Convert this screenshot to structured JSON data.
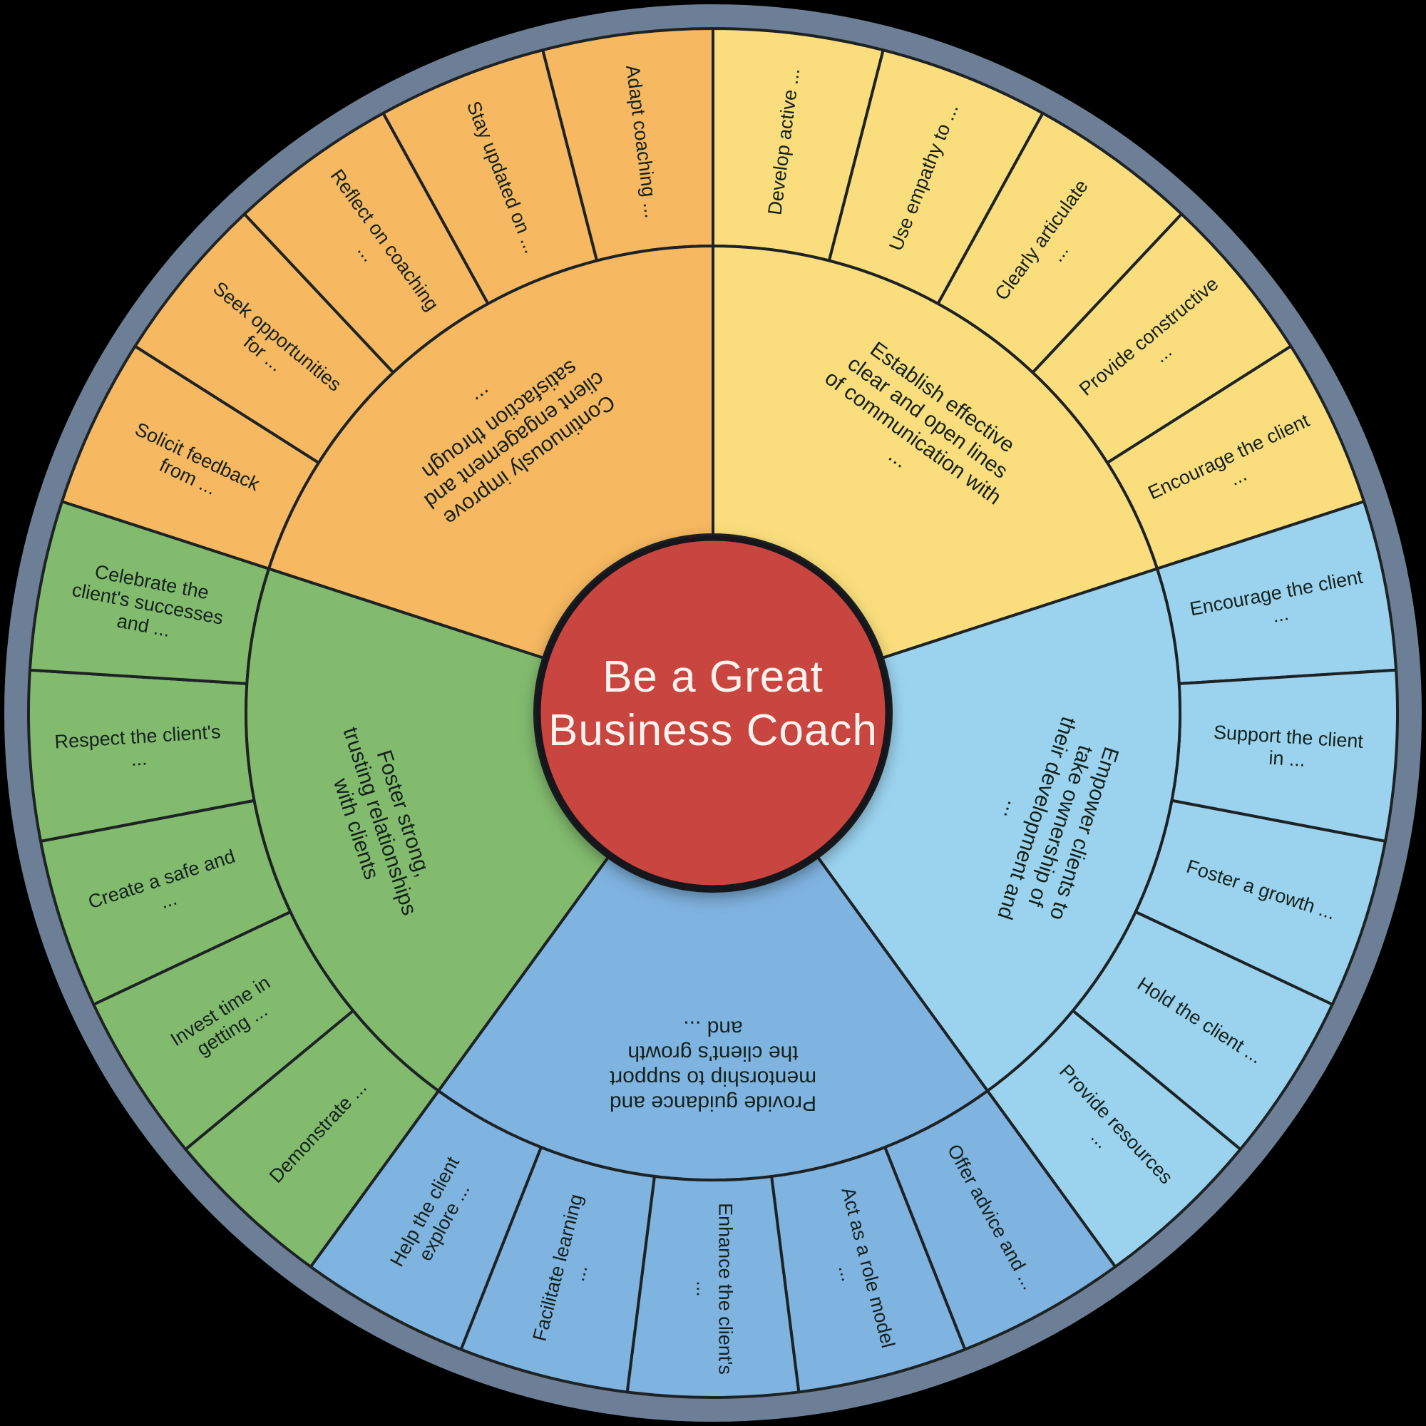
{
  "diagram": {
    "type": "sunburst-wheel",
    "center": {
      "title_line1": "Be a Great",
      "title_line2": "Business Coach",
      "color": "#c9453f",
      "text_color": "#fdf3ee"
    },
    "rim_color": "#6d7f96",
    "background": "#000000",
    "stroke_color": "#1d2224",
    "categories": [
      {
        "id": "communication",
        "label": "Establish effective clear and open lines of communication with ...",
        "color": "#fade7d",
        "start_angle": -90,
        "end_angle": -18,
        "children": [
          {
            "label": "Develop active ..."
          },
          {
            "label": "Use empathy to ..."
          },
          {
            "label": "Clearly articulate ..."
          },
          {
            "label": "Provide constructive ..."
          },
          {
            "label": "Encourage the client ..."
          }
        ]
      },
      {
        "id": "empowerment",
        "label": "Empower clients to take ownership of their development and ...",
        "color": "#9bd3ef",
        "start_angle": -18,
        "end_angle": 54,
        "children": [
          {
            "label": "Encourage the client ..."
          },
          {
            "label": "Support the client in ..."
          },
          {
            "label": "Foster a growth ..."
          },
          {
            "label": "Hold the client ..."
          },
          {
            "label": "Provide resources ..."
          }
        ]
      },
      {
        "id": "guidance",
        "label": "Provide guidance and mentorship to support the client's growth and ...",
        "color": "#7fb3e0",
        "start_angle": 54,
        "end_angle": 126,
        "children": [
          {
            "label": "Offer advice and ..."
          },
          {
            "label": "Act as a role model ..."
          },
          {
            "label": "Enhance the client's ..."
          },
          {
            "label": "Facilitate learning ..."
          },
          {
            "label": "Help the client explore ..."
          }
        ]
      },
      {
        "id": "relationships",
        "label": "Foster strong, trusting relationships with clients",
        "color": "#82bb6e",
        "start_angle": 126,
        "end_angle": 198,
        "children": [
          {
            "label": "Demonstrate ..."
          },
          {
            "label": "Invest time in getting ..."
          },
          {
            "label": "Create a safe and ..."
          },
          {
            "label": "Respect the client's ..."
          },
          {
            "label": "Celebrate the client's successes and ..."
          }
        ]
      },
      {
        "id": "improvement",
        "label": "Continuously improve client engagement and satisfaction through ...",
        "color": "#f6b860",
        "start_angle": 198,
        "end_angle": 270,
        "children": [
          {
            "label": "Solicit feedback from ..."
          },
          {
            "label": "Seek opportunities for ..."
          },
          {
            "label": "Reflect on coaching ..."
          },
          {
            "label": "Stay updated on ..."
          },
          {
            "label": "Adapt coaching ..."
          }
        ]
      }
    ]
  }
}
